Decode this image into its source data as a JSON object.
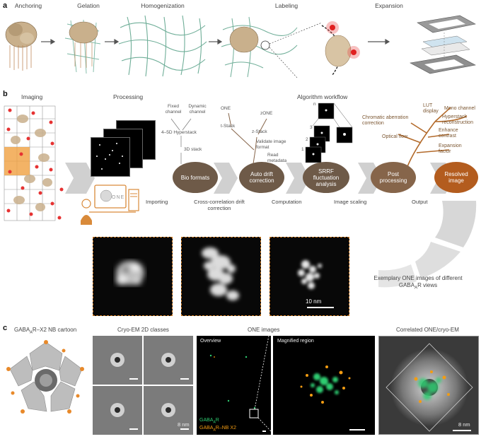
{
  "panel_a": {
    "letter": "a",
    "steps": [
      "Anchoring",
      "Gelation",
      "Homogenization",
      "Labeling",
      "Expansion"
    ]
  },
  "panel_b": {
    "letter": "b",
    "section_titles": {
      "imaging": "Imaging",
      "processing": "Processing",
      "algorithm": "Algorithm workflow"
    },
    "one_logo": "ONE",
    "nodes": [
      "Bio formats",
      "Auto drift correction",
      "SRRF fluctuation analysis",
      "Post processing",
      "Resolved image"
    ],
    "stage_labels": [
      "Importing",
      "Cross-correlation drift correction",
      "Computation",
      "Image scaling",
      "Output"
    ],
    "import_tree": {
      "fixed": "Fixed channel",
      "dynamic": "Dynamic channel",
      "hyperstack": "4–5D Hyperstack",
      "stack3d": "3D stack"
    },
    "drift_tree": {
      "one": "ONE",
      "zone": "zONE",
      "tstack": "t-Stack",
      "zstack": "z-Stack",
      "validate": "Validate image format",
      "read": "Read metadata"
    },
    "srrf_stack": {
      "n": "n",
      "nums": [
        "3",
        "2",
        "1"
      ]
    },
    "post_tree": {
      "chromatic": "Chromatic aberration correction",
      "lut": "LUT display",
      "mono": "Mono channel",
      "hyperstack": "Hyperstack reconstruction",
      "optical": "Optical flow",
      "enhance": "Enhance contrast",
      "expansion": "Expansion factor"
    },
    "exemplary_caption_pre": "Exemplary ONE images of different",
    "exemplary_caption_gaba": "GABA",
    "exemplary_caption_sub": "A",
    "exemplary_caption_post": "R views",
    "scale_label": "10 nm"
  },
  "panel_c": {
    "letter": "c",
    "cartoon_title_pre": "GABA",
    "cartoon_title_sub": "A",
    "cartoon_title_post": "R–X2 NB cartoon",
    "cryo_title": "Cryo-EM 2D classes",
    "one_title": "ONE images",
    "correlated_title": "Correlated ONE/cryo-EM",
    "overview_label": "Overview",
    "magnified_label": "Magnified region",
    "legend_gaba_pre": "GABA",
    "legend_gaba_sub": "A",
    "legend_gaba_post": "R",
    "legend_nb_pre": "GABA",
    "legend_nb_sub": "A",
    "legend_nb_post": "R–NB X2",
    "scale_cryo": "8 nm",
    "scale_corr": "8 nm"
  },
  "colors": {
    "brown_dark": "#6e5a48",
    "brown_medium": "#86654a",
    "orange_node": "#b35c1e",
    "gaba_green": "#2ecc71",
    "nb_orange": "#f39c12",
    "chevron_gray": "#c8c8c8"
  }
}
